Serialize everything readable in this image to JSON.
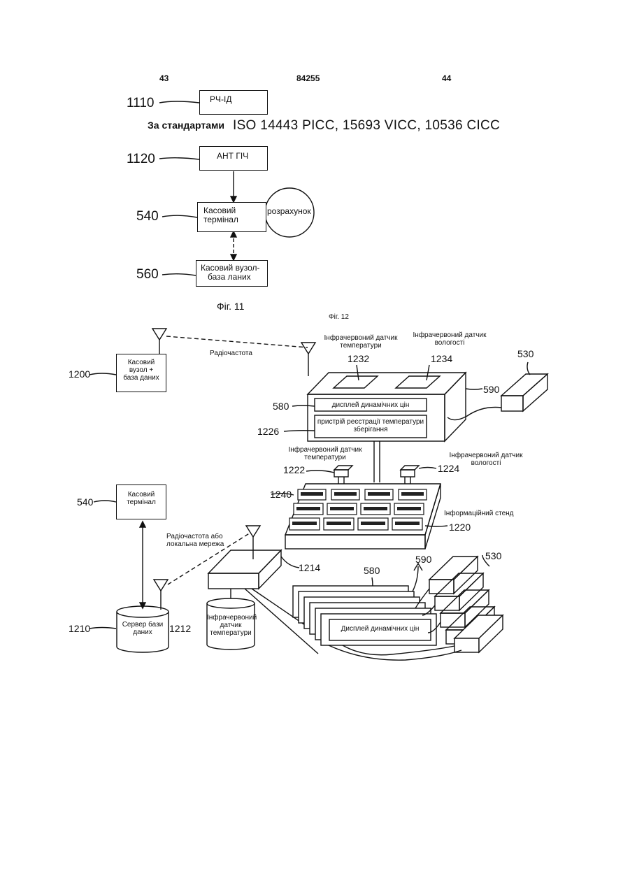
{
  "header": {
    "left_page": "43",
    "patent_number": "84255",
    "right_page": "44"
  },
  "fig11": {
    "caption": "Фіг. 11",
    "standards_prefix": "За стандартами",
    "standards_text": "ISO 14443 PICC, 15693 VICC, 10536 CICC",
    "boxes": [
      {
        "ref": "1110",
        "label": "РЧ-ІД"
      },
      {
        "ref": "1120",
        "label": "АНТ ГІЧ"
      },
      {
        "ref": "540",
        "label_line1": "Касовий",
        "label_line2": "термінал"
      },
      {
        "ref": "560",
        "label_line1": "Касовий вузол-",
        "label_line2": "база ланих"
      }
    ],
    "circle_label": "розрахунок"
  },
  "fig12": {
    "caption": "Фіг. 12",
    "pos_node": {
      "ref": "1200",
      "line1": "Касовий",
      "line2": "вузол +",
      "line3": "база даних"
    },
    "radio_label": "Радіочастота",
    "ir_temp_top": {
      "line1": "Інфрачервоний датчик",
      "line2": "температури",
      "ref": "1232"
    },
    "ir_humid_top": {
      "line1": "Інфрачервоний датчик",
      "line2": "вологості",
      "ref": "1234"
    },
    "ref_530_top": "530",
    "ref_590_top": "590",
    "ref_580_top": "580",
    "ref_1226": "1226",
    "display_label": "дисплей динамічних цін",
    "recorder_line1": "пристрій реєстрації температури",
    "recorder_line2": "зберігання",
    "ir_temp_mid": {
      "line1": "Інфрачервоний датчик",
      "line2": "температури",
      "ref": "1222"
    },
    "ir_humid_mid": {
      "line1": "Інфрачервоний датчик",
      "line2": "вологості",
      "ref": "1224"
    },
    "ref_1240": "1240",
    "info_stand": "Інформаційний стенд",
    "ref_1220": "1220",
    "terminal": {
      "ref": "540",
      "line1": "Касовий",
      "line2": "термінал"
    },
    "radio_or_lan_line1": "Радіочастота або",
    "radio_or_lan_line2": "локальна мережа",
    "ref_1214": "1214",
    "ref_580_bottom": "580",
    "ref_590_bottom": "590",
    "ref_530_bottom": "530",
    "dyn_display_bottom": "Дисплей динамічних цін",
    "db_server": {
      "ref": "1210",
      "line1": "Сервер бази",
      "line2": "даних"
    },
    "ir_temp_cyl": {
      "ref": "1212",
      "line1": "Інфрачервоний",
      "line2": "датчик",
      "line3": "температури"
    }
  }
}
